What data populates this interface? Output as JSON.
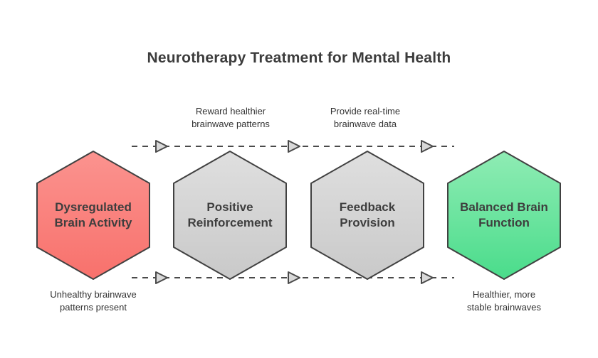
{
  "title": "Neurotherapy Treatment for Mental Health",
  "colors": {
    "red_top": "#FB938F",
    "red_bottom": "#F8716C",
    "gray_top": "#DFDFDF",
    "gray_bottom": "#C9C9C9",
    "green_top": "#8FECB4",
    "green_bottom": "#4ADC8B",
    "hex_border": "#414141",
    "line": "#4A4A4A",
    "arrow_fill": "#D9D9D9",
    "text": "#3E3E3E"
  },
  "nodes": [
    {
      "label": "Dysregulated\nBrain Activity",
      "color": "red"
    },
    {
      "label": "Positive\nReinforcement",
      "color": "gray"
    },
    {
      "label": "Feedback\nProvision",
      "color": "gray"
    },
    {
      "label": "Balanced Brain\nFunction",
      "color": "green"
    }
  ],
  "flow_labels": {
    "top_left": "Reward healthier\nbrainwave patterns",
    "top_right": "Provide real-time\nbrainwave data",
    "bottom_left": "Unhealthy brainwave\npatterns present",
    "bottom_right": "Healthier, more\nstable brainwaves"
  }
}
